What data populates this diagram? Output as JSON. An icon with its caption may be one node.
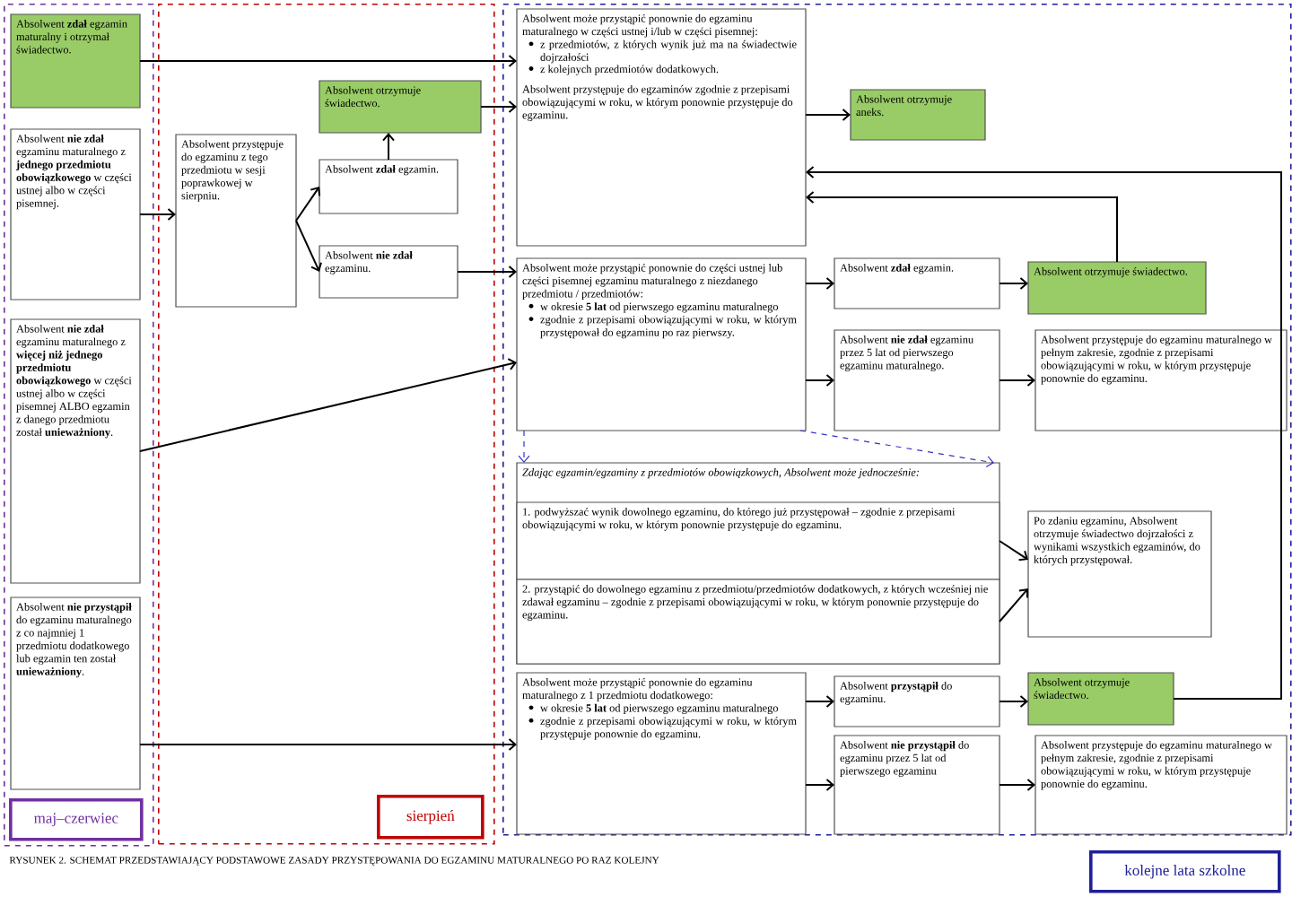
{
  "diagram": {
    "caption": "RYSUNEK 2. SCHEMAT PRZEDSTAWIAJĄCY PODSTAWOWE ZASADY PRZYSTĘPOWANIA DO EGZAMINU MATURALNEGO PO RAZ KOLEJNY",
    "nodes": [
      {
        "text": [
          "maj–czerwiec"
        ]
      },
      {
        "text": [
          "Absolwent **zdał** egzamin maturalny i otrzymał świadectwo."
        ],
        "in": 0
      },
      {
        "text": [
          "Absolwent **nie zdał** egzaminu maturalnego z **jednego przedmiotu obowiązkowego** w części ustnej albo w części pisemnej."
        ],
        "in": 0
      },
      {
        "text": [
          "Absolwent **nie zdał** egzaminu maturalnego z **więcej niż jednego przedmiotu obowiązkowego** w części ustnej albo w części pisemnej ALBO egzamin z danego przedmiotu został **unieważniony**."
        ],
        "in": 0
      },
      {
        "text": [
          "Absolwent **nie przystąpił** do egzaminu maturalnego z co najmniej 1 przedmiotu dodatkowego lub egzamin ten został **unieważniony**."
        ],
        "in": 0
      },
      {
        "text": [
          "sierpień"
        ]
      },
      {
        "text": [
          "Absolwent przystępuje do egzaminu z tego przedmiotu w sesji poprawkowej w sierpniu."
        ],
        "in": 5
      },
      {
        "text": [
          "Absolwent otrzymuje świadectwo."
        ],
        "in": 5
      },
      {
        "text": [
          "Absolwent **zdał** egzamin."
        ],
        "in": 5
      },
      {
        "text": [
          "Absolwent **nie zdał** egzaminu."
        ],
        "in": 5
      },
      {
        "text": [
          "kolejne lata szkolne"
        ]
      },
      {
        "text": [
          "Absolwent może przystąpić ponownie do egzaminu maturalnego w części ustnej i/lub w części pisemnej:",
          "z przedmiotów, z których wynik już ma na świadectwie dojrzałości",
          "z kolejnych przedmiotów dodatkowych.",
          "Absolwent przystępuje do egzaminów zgodnie z przepisami obowiązującymi w roku, w którym ponownie przystępuje do egzaminu."
        ],
        "in": 10
      },
      {
        "text": [
          "Absolwent otrzymuje aneks."
        ],
        "in": 10
      },
      {
        "text": [
          "Absolwent może przystąpić ponownie do części ustnej lub części pisemnej egzaminu maturalnego z niezdanego przedmiotu / przedmiotów:",
          "w okresie **5 lat** od pierwszego egzaminu maturalnego",
          "zgodnie z przepisami obowiązującymi w roku, w którym przystępował do egzaminu po raz pierwszy."
        ],
        "in": 10
      },
      {
        "text": [
          "Absolwent **zdał** egzamin."
        ],
        "in": 10
      },
      {
        "text": [
          "Absolwent otrzymuje świadectwo."
        ],
        "in": 10
      },
      {
        "text": [
          "Absolwent **nie zdał** egzaminu przez 5 lat od pierwszego egzaminu maturalnego."
        ],
        "in": 10
      },
      {
        "text": [
          "Absolwent przystępuje do egzaminu maturalnego w pełnym zakresie, zgodnie z przepisami obowiązującymi w roku, w którym przystępuje ponownie do egzaminu."
        ],
        "in": 10
      },
      {
        "text": [
          "Zdając egzamin/egzaminy z przedmiotów obowiązkowych, Absolwent może jednocześnie:"
        ],
        "in": 10
      },
      {
        "text": [
          "1. podwyższać wynik dowolnego egzaminu, do którego już przystępował – zgodnie z przepisami obowiązującymi w roku, w którym ponownie przystępuje do egzaminu."
        ],
        "in": 18
      },
      {
        "text": [
          "2. przystąpić do dowolnego egzaminu z przedmiotu/przedmiotów dodatkowych, z których wcześniej nie zdawał egzaminu – zgodnie z przepisami obowiązującymi w roku, w którym ponownie przystępuje do egzaminu."
        ],
        "in": 18
      },
      {
        "text": [
          "Po zdaniu egzaminu, Absolwent otrzymuje świadectwo dojrzałości z wynikami wszystkich egzaminów, do których przystępował."
        ],
        "in": 10
      },
      {
        "text": [
          "Absolwent może przystąpić ponownie do egzaminu maturalnego z 1 przedmiotu dodatkowego:",
          "w okresie **5 lat** od pierwszego egzaminu maturalnego",
          "zgodnie z przepisami obowiązującymi w roku, w którym przystępuje ponownie do egzaminu."
        ],
        "in": 10
      },
      {
        "text": [
          "Absolwent **przystąpił** do egzaminu."
        ],
        "in": 10
      },
      {
        "text": [
          "Absolwent otrzymuje świadectwo."
        ],
        "in": 10
      },
      {
        "text": [
          "Absolwent **nie przystąpił** do egzaminu przez 5 lat od pierwszego egzaminu"
        ],
        "in": 10
      },
      {
        "text": [
          "Absolwent przystępuje do egzaminu maturalnego w pełnym zakresie, zgodnie z przepisami obowiązującymi w roku, w którym przystępuje ponownie do egzaminu."
        ],
        "in": 10
      }
    ],
    "edges": [
      {
        "from": 1,
        "to": 11,
        "arrow": "to"
      },
      {
        "from": 2,
        "to": 6,
        "arrow": "to"
      },
      {
        "from": 3,
        "to": 13,
        "arrow": "to"
      },
      {
        "from": 4,
        "to": 22,
        "arrow": "to"
      },
      {
        "from": 6,
        "to": 8,
        "arrow": "to"
      },
      {
        "from": 6,
        "to": 9,
        "arrow": "to"
      },
      {
        "from": 8,
        "to": 7,
        "arrow": "to"
      },
      {
        "from": 7,
        "to": 11,
        "arrow": "to"
      },
      {
        "from": 9,
        "to": 13,
        "arrow": "to"
      },
      {
        "from": 11,
        "to": 12,
        "arrow": "to"
      },
      {
        "from": 13,
        "to": 14,
        "arrow": "to"
      },
      {
        "from": 14,
        "to": 15,
        "arrow": "to"
      },
      {
        "from": 15,
        "to": 11,
        "arrow": "to"
      },
      {
        "from": 24,
        "to": 11,
        "arrow": "to"
      },
      {
        "from": 13,
        "to": 16,
        "arrow": "to"
      },
      {
        "from": 16,
        "to": 17,
        "arrow": "to"
      },
      {
        "from": 13,
        "to": 18,
        "arrow": "to",
        "style": "dashed",
        "color": "#3333cc"
      },
      {
        "from": 13,
        "to": 18,
        "arrow": "to",
        "style": "dashed",
        "color": "#3333cc"
      },
      {
        "from": 19,
        "to": 21,
        "arrow": "to"
      },
      {
        "from": 20,
        "to": 21,
        "arrow": "to"
      },
      {
        "from": 22,
        "to": 23,
        "arrow": "to"
      },
      {
        "from": 23,
        "to": 24,
        "arrow": "to"
      },
      {
        "from": 22,
        "to": 25,
        "arrow": "to"
      },
      {
        "from": 25,
        "to": 26,
        "arrow": "to"
      }
    ]
  }
}
